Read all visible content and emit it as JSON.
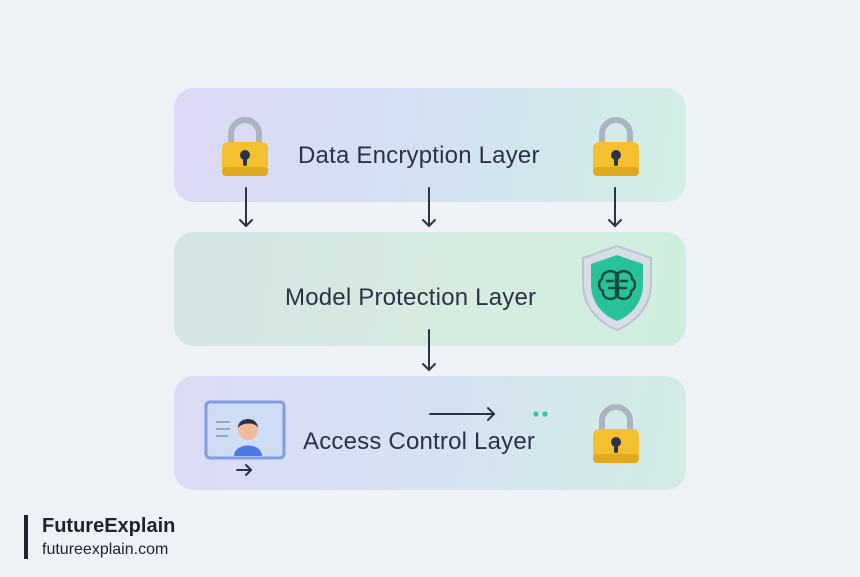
{
  "layers": [
    {
      "label": "Data Encryption Layer"
    },
    {
      "label": "Model Protection Layer"
    },
    {
      "label": "Access Control Layer"
    }
  ],
  "icons": {
    "lock": "lock-icon",
    "shield": "shield-brain-icon",
    "profile": "user-profile-card-icon",
    "arrow": "arrow-icon"
  },
  "colors": {
    "lock_body": "#f5c030",
    "lock_shackle": "#a9b4c0",
    "shield_fill": "#28c29a",
    "arrow": "#2b3347",
    "accent_dots": "#33c9a0"
  },
  "brand": {
    "name": "FutureExplain",
    "url": "futureexplain.com"
  }
}
